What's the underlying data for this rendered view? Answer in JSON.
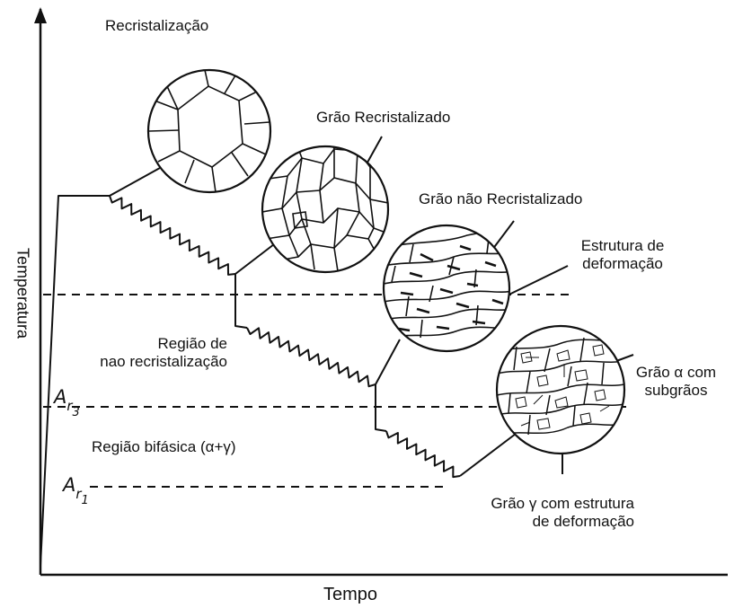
{
  "axes": {
    "y_label": "Temperatura",
    "x_label": "Tempo"
  },
  "temperature_marks": {
    "ar3": {
      "symbol": "A",
      "subscript": "r",
      "index": "3"
    },
    "ar1": {
      "symbol": "A",
      "subscript": "r",
      "index": "1"
    }
  },
  "labels": {
    "recrystallization": "Recristalização",
    "recrystallized_grain": "Grão Recristalizado",
    "non_recrystallized_grain": "Grão não Recristalizado",
    "deformation_structure_line1": "Estrutura de",
    "deformation_structure_line2": "deformação",
    "non_recrystallization_region_line1": "Região de",
    "non_recrystallization_region_line2": "nao recristalização",
    "biphasic_region": "Região bifásica  (α+γ)",
    "alpha_grain_line1": "Grão α com",
    "alpha_grain_line2": "subgrãos",
    "gamma_grain_line1": "Grão γ com estrutura",
    "gamma_grain_line2": "de deformação"
  },
  "colors": {
    "ink": "#111111",
    "background": "#ffffff"
  }
}
